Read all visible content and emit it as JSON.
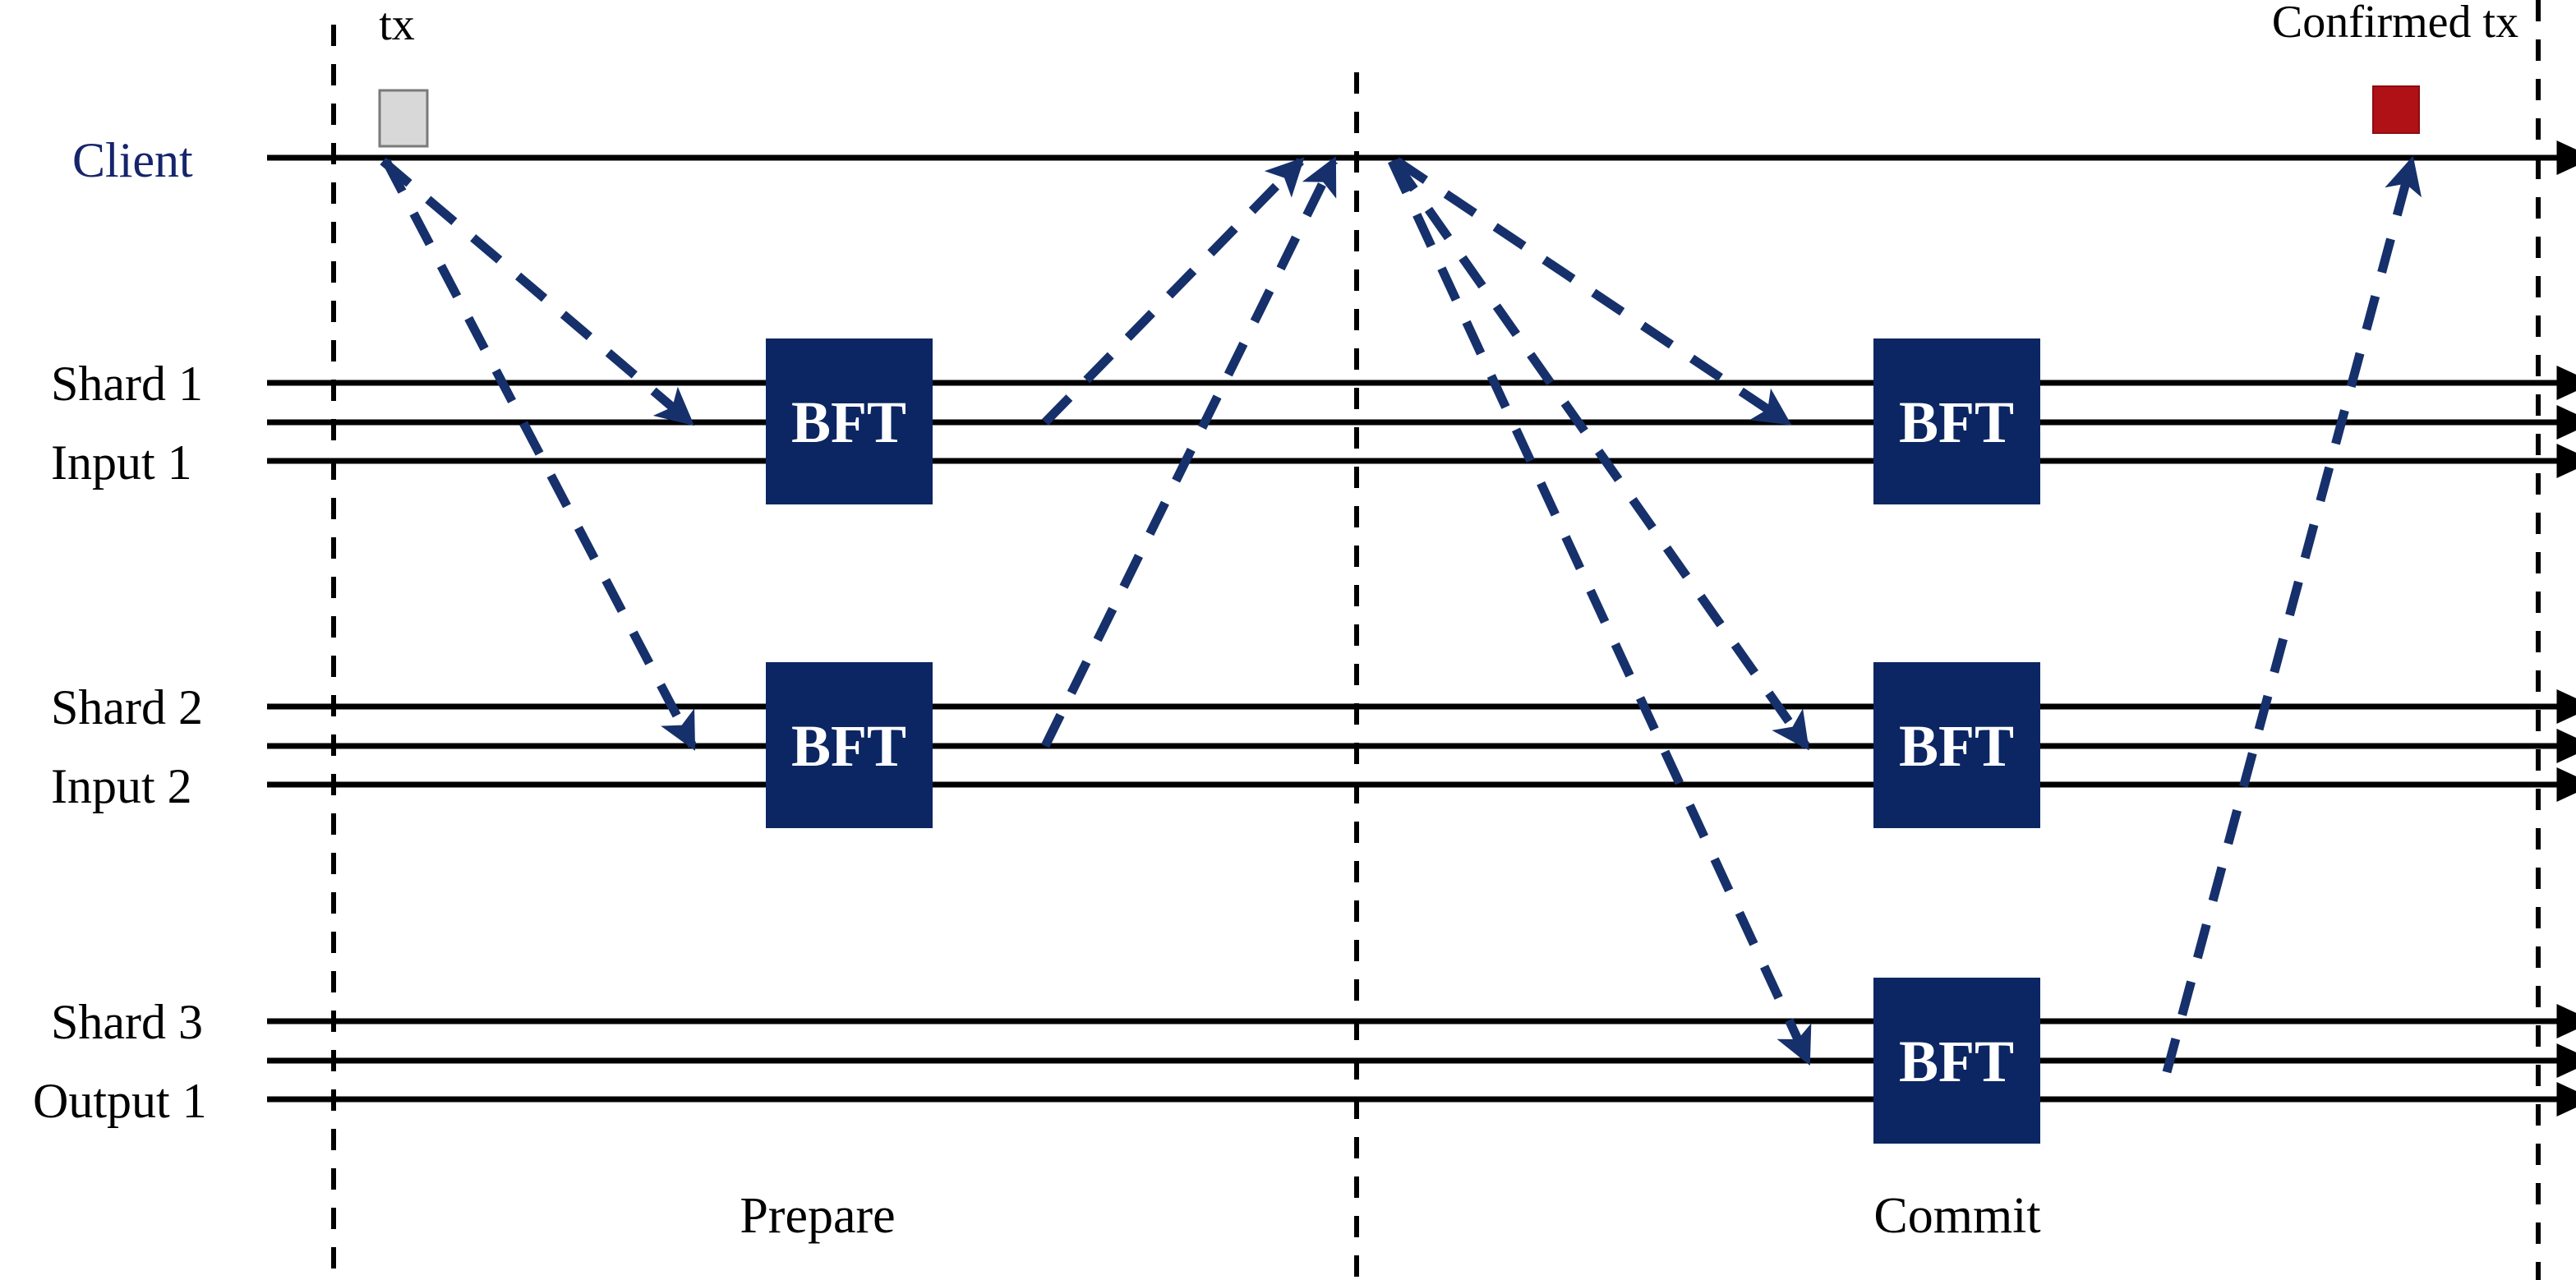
{
  "diagram": {
    "title_note": "BFT sharded two-phase transaction sequence diagram",
    "colors": {
      "bft_box": "#0b2662",
      "arrow": "#16306b",
      "client_label": "#16246b",
      "tx_box": "#d8d8d8",
      "confirmed_tx_box": "#b01116",
      "lifeline": "#000000",
      "background": "#ffffff"
    },
    "lanes": [
      {
        "id": "client",
        "label": "Client",
        "sublabel": "",
        "lines": 1
      },
      {
        "id": "shard1",
        "label": "Shard 1",
        "sublabel": "Input 1",
        "lines": 3
      },
      {
        "id": "shard2",
        "label": "Shard 2",
        "sublabel": "Input 2",
        "lines": 3
      },
      {
        "id": "shard3",
        "label": "Shard 3",
        "sublabel": "Output 1",
        "lines": 3
      }
    ],
    "phases": [
      {
        "id": "prepare",
        "label": "Prepare"
      },
      {
        "id": "commit",
        "label": "Commit"
      }
    ],
    "markers": [
      {
        "id": "tx",
        "label": "tx",
        "color": "#d8d8d8"
      },
      {
        "id": "confirmed-tx",
        "label": "Confirmed tx",
        "color": "#b01116"
      }
    ],
    "processes": [
      {
        "id": "bft-shard1-prepare",
        "label": "BFT",
        "lane": "shard1",
        "phase": "prepare"
      },
      {
        "id": "bft-shard2-prepare",
        "label": "BFT",
        "lane": "shard2",
        "phase": "prepare"
      },
      {
        "id": "bft-shard1-commit",
        "label": "BFT",
        "lane": "shard1",
        "phase": "commit"
      },
      {
        "id": "bft-shard2-commit",
        "label": "BFT",
        "lane": "shard2",
        "phase": "commit"
      },
      {
        "id": "bft-shard3-commit",
        "label": "BFT",
        "lane": "shard3",
        "phase": "commit"
      }
    ],
    "messages": [
      {
        "id": "client-to-shard1-prepare",
        "from": "client",
        "to": "shard1"
      },
      {
        "id": "client-to-shard2-prepare",
        "from": "client",
        "to": "shard2"
      },
      {
        "id": "shard1-to-client-prepared",
        "from": "shard1",
        "to": "client"
      },
      {
        "id": "shard2-to-client-prepared",
        "from": "shard2",
        "to": "client"
      },
      {
        "id": "client-to-shard1-commit",
        "from": "client",
        "to": "shard1"
      },
      {
        "id": "client-to-shard2-commit",
        "from": "client",
        "to": "shard2"
      },
      {
        "id": "client-to-shard3-commit",
        "from": "client",
        "to": "shard3"
      },
      {
        "id": "shard3-to-client-confirmed",
        "from": "shard3",
        "to": "client"
      }
    ]
  }
}
